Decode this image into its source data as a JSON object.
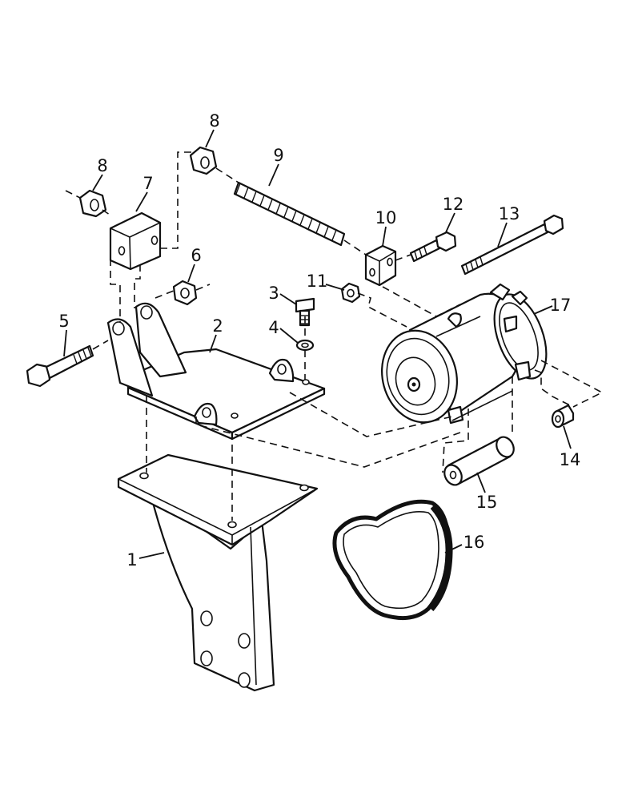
{
  "callouts": [
    "1",
    "2",
    "3",
    "4",
    "5",
    "6",
    "7",
    "8",
    "8",
    "9",
    "10",
    "11",
    "12",
    "13",
    "14",
    "15",
    "16",
    "17"
  ],
  "colors": {
    "ink": "#111111",
    "paper": "#ffffff"
  }
}
